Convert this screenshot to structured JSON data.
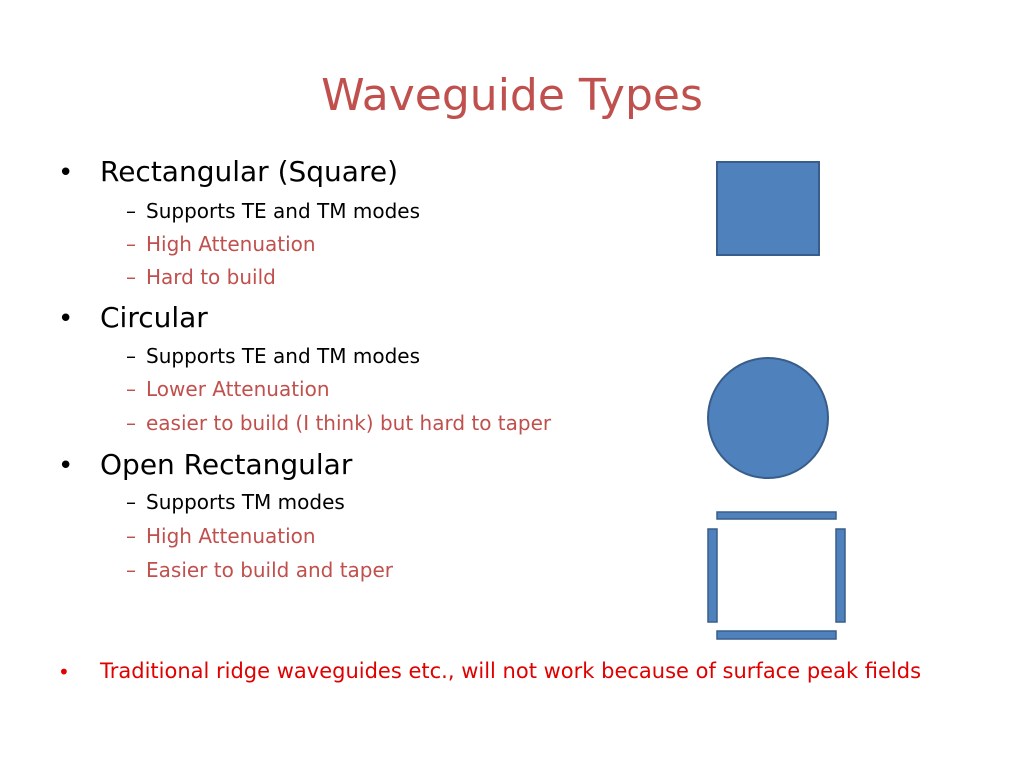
{
  "title": "Waveguide Types",
  "bullet_symbol": "•",
  "dash_symbol": "–",
  "sections": [
    {
      "heading": "Rectangular (Square)",
      "items": [
        "Supports TE and TM modes",
        "High Attenuation",
        "Hard to build"
      ]
    },
    {
      "heading": "Circular",
      "items": [
        "Supports TE and TM modes",
        "Lower Attenuation",
        "easier to build (I think) but hard to taper"
      ]
    },
    {
      "heading": "Open Rectangular",
      "items": [
        "Supports TM modes",
        "High Attenuation",
        "Easier to build and taper"
      ]
    }
  ],
  "note": "Traditional ridge waveguides etc., will not work because of surface peak fields",
  "colors": {
    "title": "#c0504d",
    "accent_text": "#c0504d",
    "note_text": "#e00000",
    "shape_fill": "#4f81bd",
    "shape_stroke": "#385d8a"
  }
}
